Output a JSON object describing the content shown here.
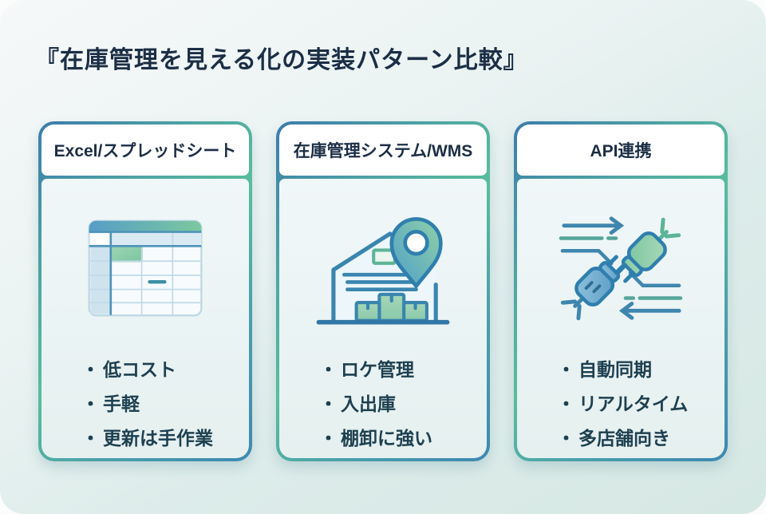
{
  "title": "『在庫管理を見える化の実装パターン比較』",
  "ui": {
    "bullet_char": "・"
  },
  "colors": {
    "title_text": "#1b2e45",
    "bullet_text": "#1e4050",
    "border_gradient_blue": "#3c7cab",
    "border_gradient_green": "#58bd9b",
    "card_header_bg": "#ffffff",
    "card_body_bg": "#eef6f7",
    "page_bg_top": "#f6f8f9",
    "page_bg_bottom": "#d6e8e4",
    "icon_stroke_blue": "#3a85af",
    "icon_green": "#83caa4",
    "icon_light_blue": "#d4e6f0"
  },
  "cards": [
    {
      "header": "Excel/スプレッドシート",
      "icon": "spreadsheet-icon",
      "bullets": [
        "低コスト",
        "手軽",
        "更新は手作業"
      ]
    },
    {
      "header": "在庫管理システム/WMS",
      "icon": "warehouse-location-icon",
      "bullets": [
        "ロケ管理",
        "入出庫",
        "棚卸に強い"
      ]
    },
    {
      "header": "API連携",
      "icon": "api-plugs-sync-icon",
      "bullets": [
        "自動同期",
        "リアルタイム",
        "多店舗向き"
      ]
    }
  ]
}
